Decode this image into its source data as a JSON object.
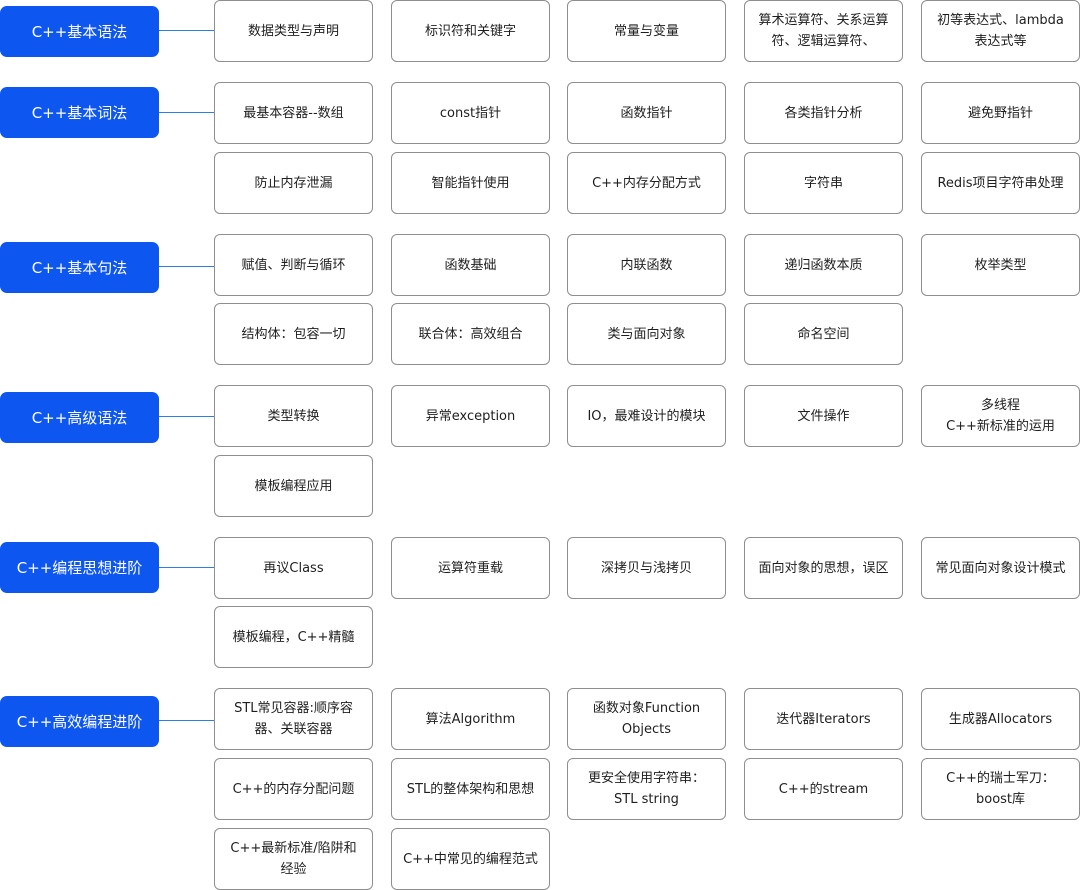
{
  "sections": [
    {
      "title": "C++基本语法",
      "items": [
        "数据类型与声明",
        "标识符和关键字",
        "常量与变量",
        "算术运算符、关系运算\n符、逻辑运算符、",
        "初等表达式、lambda\n表达式等"
      ]
    },
    {
      "title": "C++基本词法",
      "items": [
        "最基本容器--数组",
        "const指针",
        "函数指针",
        "各类指针分析",
        "避免野指针",
        "防止内存泄漏",
        "智能指针使用",
        "C++内存分配方式",
        "字符串",
        "Redis项目字符串处理"
      ]
    },
    {
      "title": "C++基本句法",
      "items": [
        "赋值、判断与循环",
        "函数基础",
        "内联函数",
        "递归函数本质",
        "枚举类型",
        "结构体：包容一切",
        "联合体：高效组合",
        "类与面向对象",
        "命名空间"
      ]
    },
    {
      "title": "C++高级语法",
      "items": [
        "类型转换",
        "异常exception",
        "IO，最难设计的模块",
        "文件操作",
        "多线程\nC++新标准的运用",
        "模板编程应用"
      ]
    },
    {
      "title": "C++编程思想进阶",
      "items": [
        "再议Class",
        "运算符重载",
        "深拷贝与浅拷贝",
        "面向对象的思想，误区",
        "常见面向对象设计模式",
        "模板编程，C++精髓"
      ]
    },
    {
      "title": "C++高效编程进阶",
      "items": [
        "STL常见容器:顺序容\n器、关联容器",
        "算法Algorithm",
        "函数对象Function\nObjects",
        "迭代器Iterators",
        "生成器Allocators",
        "C++的内存分配问题",
        "STL的整体架构和思想",
        "更安全使用字符串：\nSTL string",
        "C++的stream",
        "C++的瑞士军刀：\nboost库",
        "C++最新标准/陷阱和\n经验",
        "C++中常见的编程范式"
      ]
    }
  ]
}
